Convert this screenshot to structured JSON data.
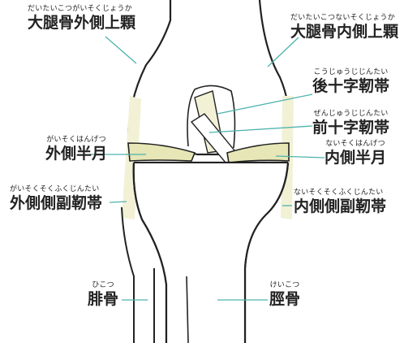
{
  "colors": {
    "outline": "#222222",
    "cartilage": "#e7e6b6",
    "ligament": "#f2f1d6",
    "leader": "#4db3ad",
    "text": "#222222"
  },
  "labels": {
    "femur_lateral": {
      "ruby": "だいたいこつがいそくじょうか",
      "text": "大腿骨外側上顆"
    },
    "femur_medial": {
      "ruby": "だいたいこつないそくじょうか",
      "text": "大腿骨内側上顆"
    },
    "pcl": {
      "ruby": "こうじゅうじじんたい",
      "text": "後十字靭帯"
    },
    "acl": {
      "ruby": "ぜんじゅうじじんたい",
      "text": "前十字靭帯"
    },
    "lateral_meniscus": {
      "ruby": "がいそくはんげつ",
      "text": "外側半月"
    },
    "medial_meniscus": {
      "ruby": "ないそくはんげつ",
      "text": "内側半月"
    },
    "lcl": {
      "ruby": "がいそくそくふくじんたい",
      "text": "外側側副靭帯"
    },
    "mcl": {
      "ruby": "ないそくそくふくじんたい",
      "text": "内側側副靭帯"
    },
    "fibula": {
      "ruby": "ひこつ",
      "text": "腓骨"
    },
    "tibia": {
      "ruby": "けいこつ",
      "text": "脛骨"
    }
  }
}
